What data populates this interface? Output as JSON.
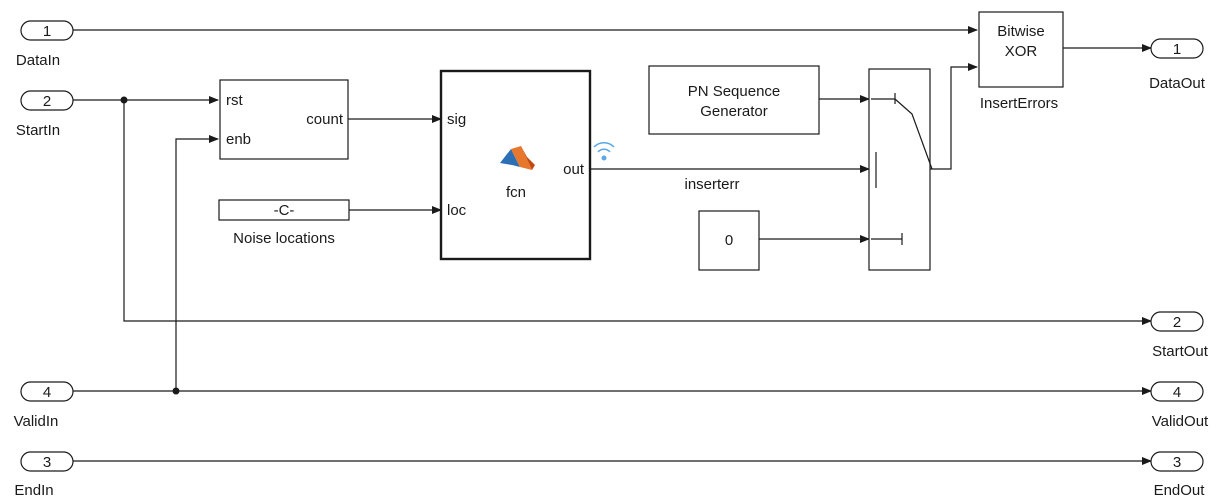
{
  "ports": {
    "data_in": {
      "num": "1",
      "label": "DataIn"
    },
    "start_in": {
      "num": "2",
      "label": "StartIn"
    },
    "valid_in": {
      "num": "4",
      "label": "ValidIn"
    },
    "end_in": {
      "num": "3",
      "label": "EndIn"
    },
    "data_out": {
      "num": "1",
      "label": "DataOut"
    },
    "start_out": {
      "num": "2",
      "label": "StartOut"
    },
    "valid_out": {
      "num": "4",
      "label": "ValidOut"
    },
    "end_out": {
      "num": "3",
      "label": "EndOut"
    }
  },
  "counter": {
    "rst": "rst",
    "enb": "enb",
    "count": "count"
  },
  "noise_const": {
    "value": "-C-",
    "label": "Noise locations"
  },
  "fcn": {
    "sig": "sig",
    "loc": "loc",
    "out": "out",
    "name": "fcn"
  },
  "pn": {
    "line1": "PN Sequence",
    "line2": "Generator"
  },
  "zero_const": {
    "value": "0"
  },
  "signal": {
    "inserterr": "inserterr"
  },
  "xor": {
    "line1": "Bitwise",
    "line2": "XOR",
    "label": "InsertErrors"
  },
  "icons": {
    "matlab_function": "matlab-logo-icon",
    "signal_log": "signal-broadcast-icon",
    "switch": "multiport-switch-icon"
  },
  "colors": {
    "line": "#1a1a1a",
    "matlab_orange": "#e8772e",
    "matlab_dark": "#c24a12",
    "matlab_blue": "#2b6fb5",
    "signal_icon": "#5aa8e6"
  }
}
